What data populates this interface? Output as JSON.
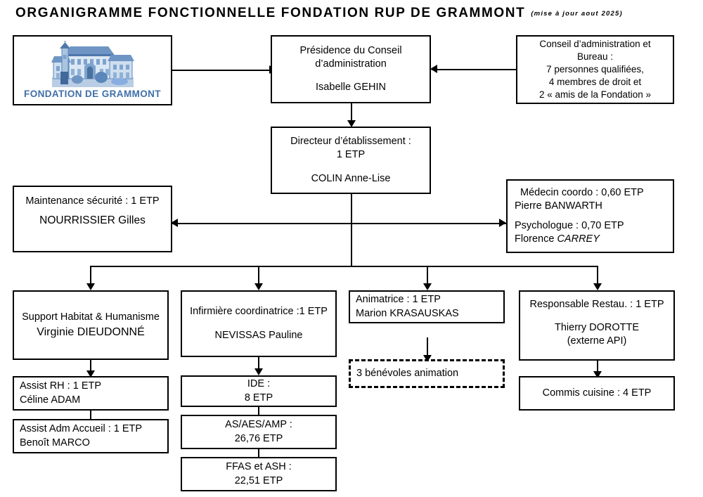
{
  "header": {
    "title": "ORGANIGRAMME FONCTIONNELLE FONDATION RUP DE GRAMMONT",
    "update_note": "(mise à jour aout 2025)"
  },
  "logo": {
    "name": "FONDATION DE GRAMMONT",
    "icon": "manor-building-illustration",
    "color": "#3f6fa8"
  },
  "nodes": {
    "presidence": {
      "line1": "Présidence du Conseil",
      "line2": "d’administration",
      "line3": "Isabelle GEHIN"
    },
    "conseil": {
      "line1": "Conseil d’administration et",
      "line2": "Bureau :",
      "line3": "7 personnes qualifiées,",
      "line4": "4 membres de droit et",
      "line5": "2 « amis de la Fondation »"
    },
    "directeur": {
      "line1": "Directeur d’établissement :",
      "line2": "1 ETP",
      "line3": "COLIN Anne-Lise"
    },
    "maintenance": {
      "line1": "Maintenance sécurité : 1 ETP",
      "line2": "NOURRISSIER Gilles"
    },
    "medical": {
      "line1": "Médecin coordo : 0,60 ETP",
      "line2": "Pierre BANWARTH",
      "line3": "Psychologue : 0,70 ETP",
      "line4_prefix": "Florence ",
      "line4_italic": "CARREY"
    },
    "support_habitat": {
      "line1": "Support Habitat & Humanisme",
      "line2": "Virginie DIEUDONNÉ"
    },
    "assist_rh": {
      "line1": "Assist RH : 1 ETP",
      "line2": "Céline ADAM"
    },
    "assist_adm": {
      "line1": "Assist Adm Accueil : 1 ETP",
      "line2": "Benoît MARCO"
    },
    "infirmiere": {
      "line1": "Infirmière coordinatrice :1 ETP",
      "line2": "NEVISSAS Pauline"
    },
    "ide": {
      "line1": "IDE :",
      "line2": "8 ETP"
    },
    "as_aes_amp": {
      "line1": "AS/AES/AMP :",
      "line2": "26,76 ETP"
    },
    "ffas_ash": {
      "line1": "FFAS et ASH :",
      "line2": "22,51 ETP"
    },
    "animatrice": {
      "line1": "Animatrice : 1 ETP",
      "line2": "Marion KRASAUSKAS"
    },
    "benevoles": {
      "line1": "3 bénévoles animation"
    },
    "responsable_restau": {
      "line1": "Responsable Restau. : 1 ETP",
      "line2": "Thierry DOROTTE",
      "line3": "(externe API)"
    },
    "commis_cuisine": {
      "line1": "Commis cuisine  : 4 ETP"
    }
  }
}
